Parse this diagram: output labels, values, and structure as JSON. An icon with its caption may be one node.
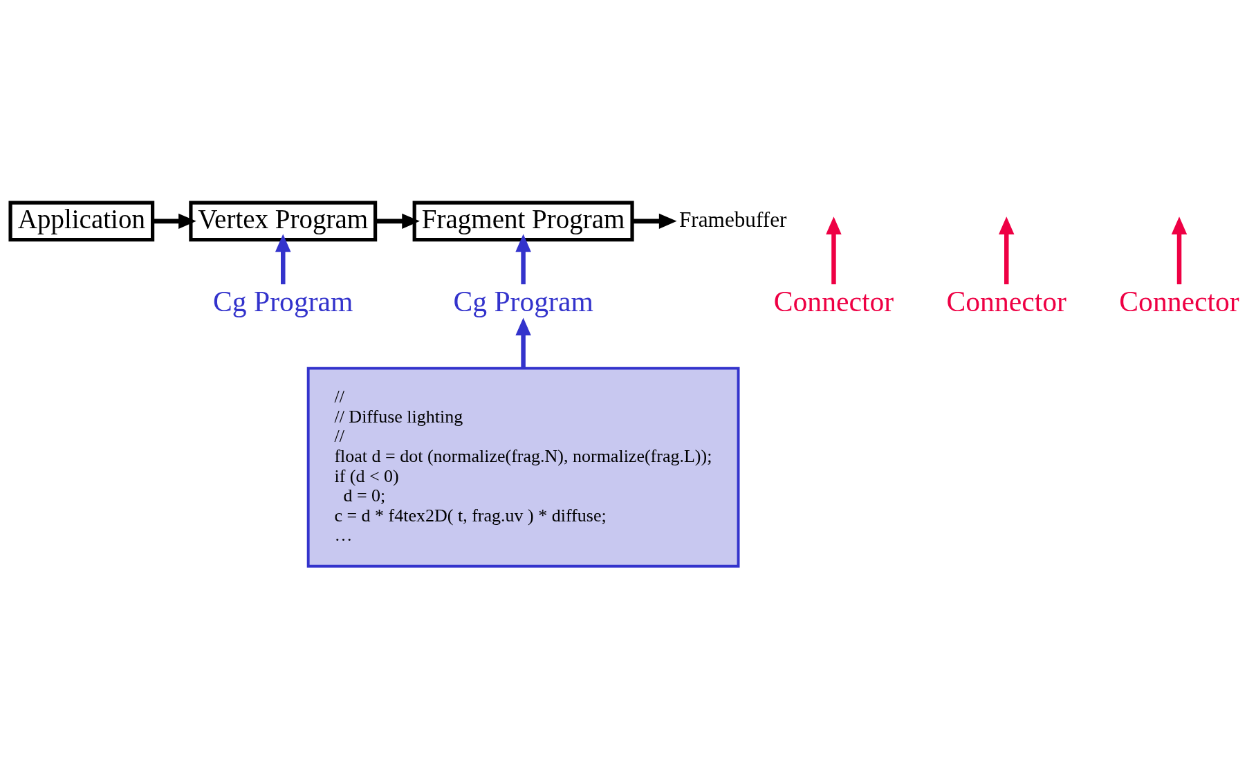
{
  "diagram": {
    "nodes": [
      {
        "text": [
          "Application"
        ]
      },
      {
        "text": [
          "Vertex Program"
        ]
      },
      {
        "text": [
          "Fragment Program"
        ]
      },
      {
        "text": [
          "Framebuffer"
        ]
      },
      {
        "text": [
          "Connector"
        ]
      },
      {
        "text": [
          "Connector"
        ]
      },
      {
        "text": [
          "Connector"
        ]
      },
      {
        "text": [
          "Cg Program"
        ]
      },
      {
        "text": [
          "Cg Program"
        ]
      },
      {
        "text": [
          "//",
          "// Diffuse lighting",
          "//",
          "float d = dot (normalize(frag.N), normalize(frag.L));",
          "if (d < 0)",
          "  d = 0;",
          "c = d * f4tex2D( t, frag.uv ) * diffuse;",
          "…"
        ]
      }
    ],
    "edges": [
      {
        "from": 0,
        "to": 1,
        "arrow": "to"
      },
      {
        "from": 1,
        "to": 2,
        "arrow": "to"
      },
      {
        "from": 2,
        "to": 3,
        "arrow": "to"
      },
      {
        "from": 4,
        "to": null,
        "arrow": "to",
        "color": "#ee0044"
      },
      {
        "from": 5,
        "to": null,
        "arrow": "to",
        "color": "#ee0044"
      },
      {
        "from": 6,
        "to": null,
        "arrow": "to",
        "color": "#ee0044"
      },
      {
        "from": 7,
        "to": 1,
        "arrow": "to",
        "color": "#3333cc"
      },
      {
        "from": 8,
        "to": 2,
        "arrow": "to",
        "color": "#3333cc"
      },
      {
        "from": 9,
        "to": 8,
        "arrow": "to",
        "color": "#3333cc"
      }
    ]
  }
}
